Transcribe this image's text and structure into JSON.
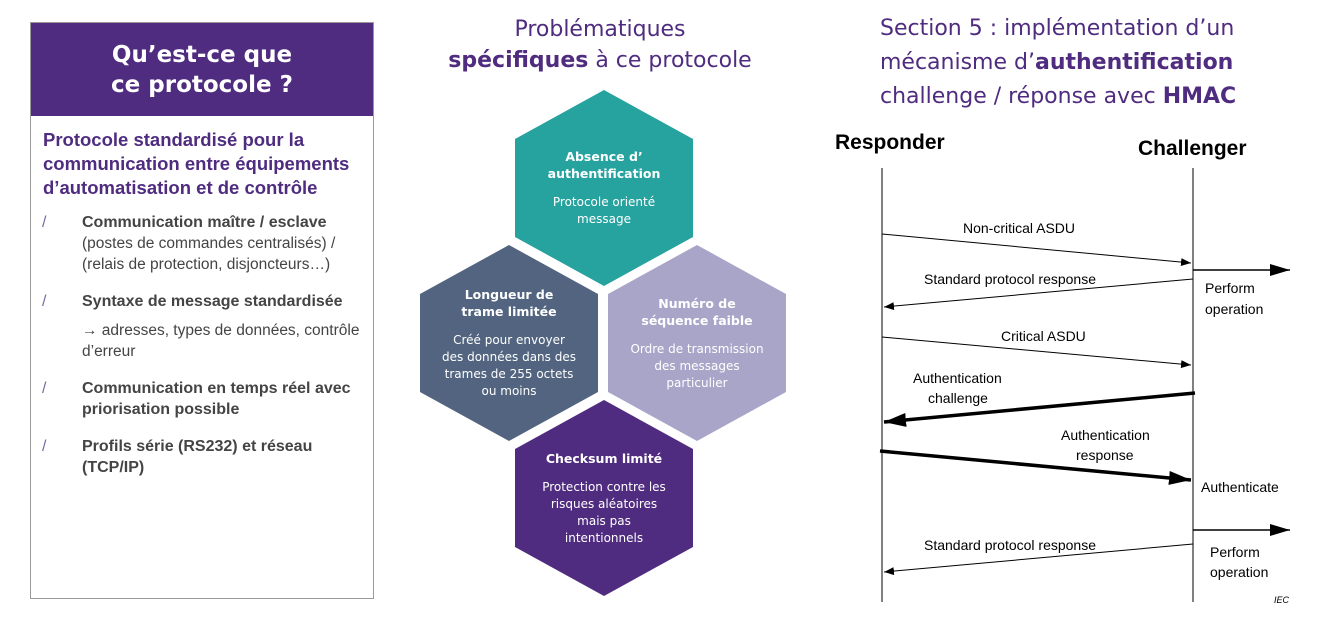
{
  "left": {
    "title_line1": "Qu’est-ce que",
    "title_line2": "ce protocole ?",
    "intro": "Protocole standardisé pour la communication entre équipements d’automatisation et de contrôle",
    "bullets": [
      {
        "marker": "/",
        "title": "Communication maître / esclave",
        "detail": "(postes de commandes centralisés) / (relais de protection, disjoncteurs…)"
      },
      {
        "marker": "/",
        "title": "Syntaxe de message standardisée",
        "detail": "→ adresses, types de données, contrôle d’erreur"
      },
      {
        "marker": "/",
        "title": "Communication en temps réel avec priorisation possible",
        "detail": ""
      },
      {
        "marker": "/",
        "title": "Profils série (RS232) et réseau (TCP/IP)",
        "detail": ""
      }
    ]
  },
  "middle": {
    "title_line1": "Problématiques",
    "title_bold": "spécifiques",
    "title_rest": " à ce protocole",
    "hexagons": [
      {
        "title": "Absence d’ authentification",
        "body": "Protocole orienté message",
        "color": "#27a39f"
      },
      {
        "title": "Longueur de trame limitée",
        "body": "Créé pour envoyer des données dans des trames de 255 octets ou moins",
        "color": "#52647f"
      },
      {
        "title": "Numéro de séquence faible",
        "body": "Ordre de transmission des messages particulier",
        "color": "#a9a5c8"
      },
      {
        "title": "Checksum limité",
        "body": "Protection contre les risques aléatoires mais pas intentionnels",
        "color": "#4f2c7f"
      }
    ]
  },
  "right": {
    "title_line1": "Section 5 : implémentation d’un",
    "title_line2_pre": "mécanisme d’",
    "title_line2_bold": "authentification",
    "title_line3_pre": "challenge / réponse avec ",
    "title_line3_bold": "HMAC",
    "diagram": {
      "responder": "Responder",
      "challenger": "Challenger",
      "msg_noncritical": "Non-critical ASDU",
      "msg_std_response_1": "Standard protocol response",
      "perform_1_line1": "Perform",
      "perform_1_line2": "operation",
      "msg_critical": "Critical ASDU",
      "auth_challenge_line1": "Authentication",
      "auth_challenge_line2": "challenge",
      "auth_response_line1": "Authentication",
      "auth_response_line2": "response",
      "authenticate": "Authenticate",
      "msg_std_response_2": "Standard protocol response",
      "perform_2_line1": "Perform",
      "perform_2_line2": "operation",
      "source": "IEC"
    }
  },
  "colors": {
    "purple": "#4f2c7f",
    "teal": "#27a39f",
    "slate": "#52647f",
    "lavender": "#a9a5c8"
  }
}
